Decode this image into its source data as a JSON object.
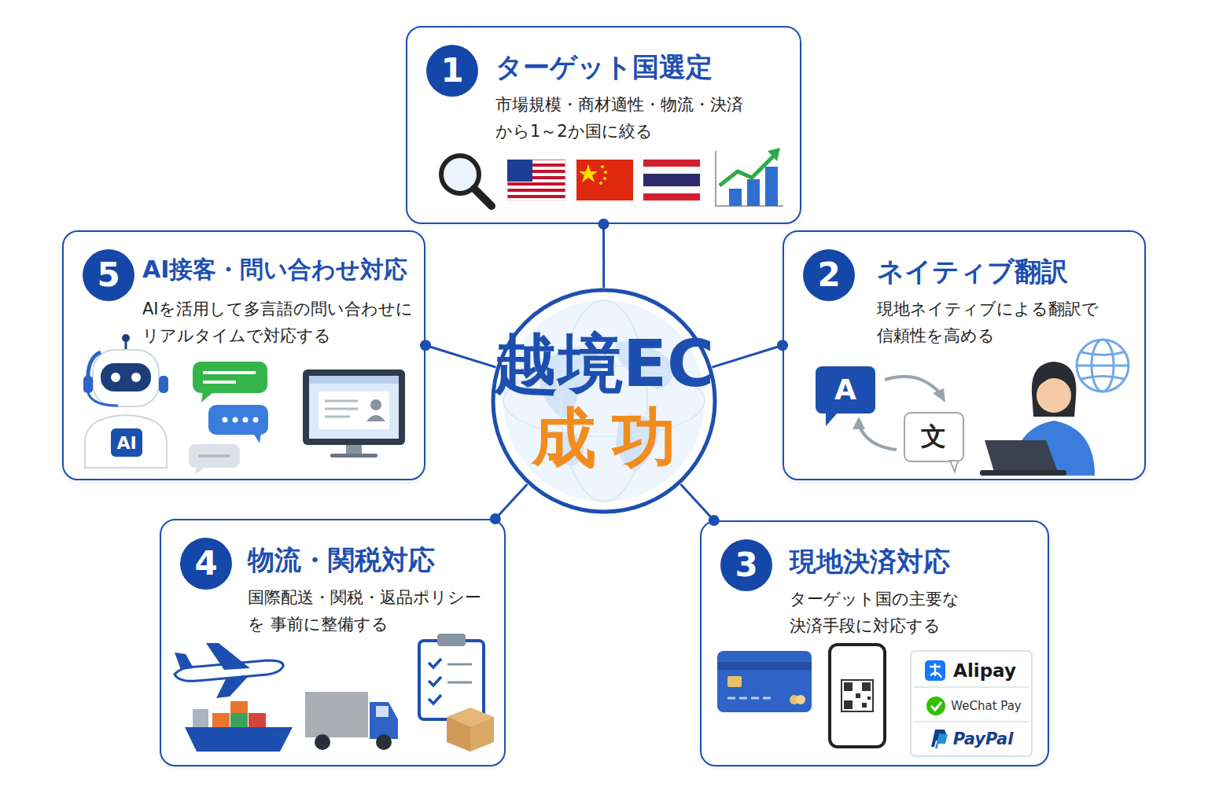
{
  "diagram": {
    "nodes": [
      {
        "text": [
          "1",
          "ターゲット国選定",
          "市場規模・商材適性・物流・決済 から1～2か国に絞る"
        ]
      },
      {
        "text": [
          "2",
          "ネイティブ翻訳",
          "現地ネイティブによる翻訳で 信頼性を高める"
        ]
      },
      {
        "text": [
          "3",
          "現地決済対応",
          "ターゲット国の主要な 決済手段に対応する"
        ]
      },
      {
        "text": [
          "4",
          "物流・関税対応",
          "国際配送・関税・返品ポリシーを 事前に整備する"
        ]
      },
      {
        "text": [
          "5",
          "AI接客・問い合わせ対応",
          "AIを活用して多言語の問い合わせに リアルタイムで対応する"
        ]
      },
      {
        "text": [
          "越境EC",
          "成功"
        ]
      }
    ],
    "edges": [
      {
        "from": 5,
        "to": 0,
        "arrow": "none"
      },
      {
        "from": 5,
        "to": 1,
        "arrow": "none"
      },
      {
        "from": 5,
        "to": 2,
        "arrow": "none"
      },
      {
        "from": 5,
        "to": 3,
        "arrow": "none"
      },
      {
        "from": 5,
        "to": 4,
        "arrow": "none"
      }
    ],
    "labels": [
      "A",
      "文",
      "AI",
      "Alipay",
      "WeChat Pay",
      "PayPal"
    ]
  }
}
